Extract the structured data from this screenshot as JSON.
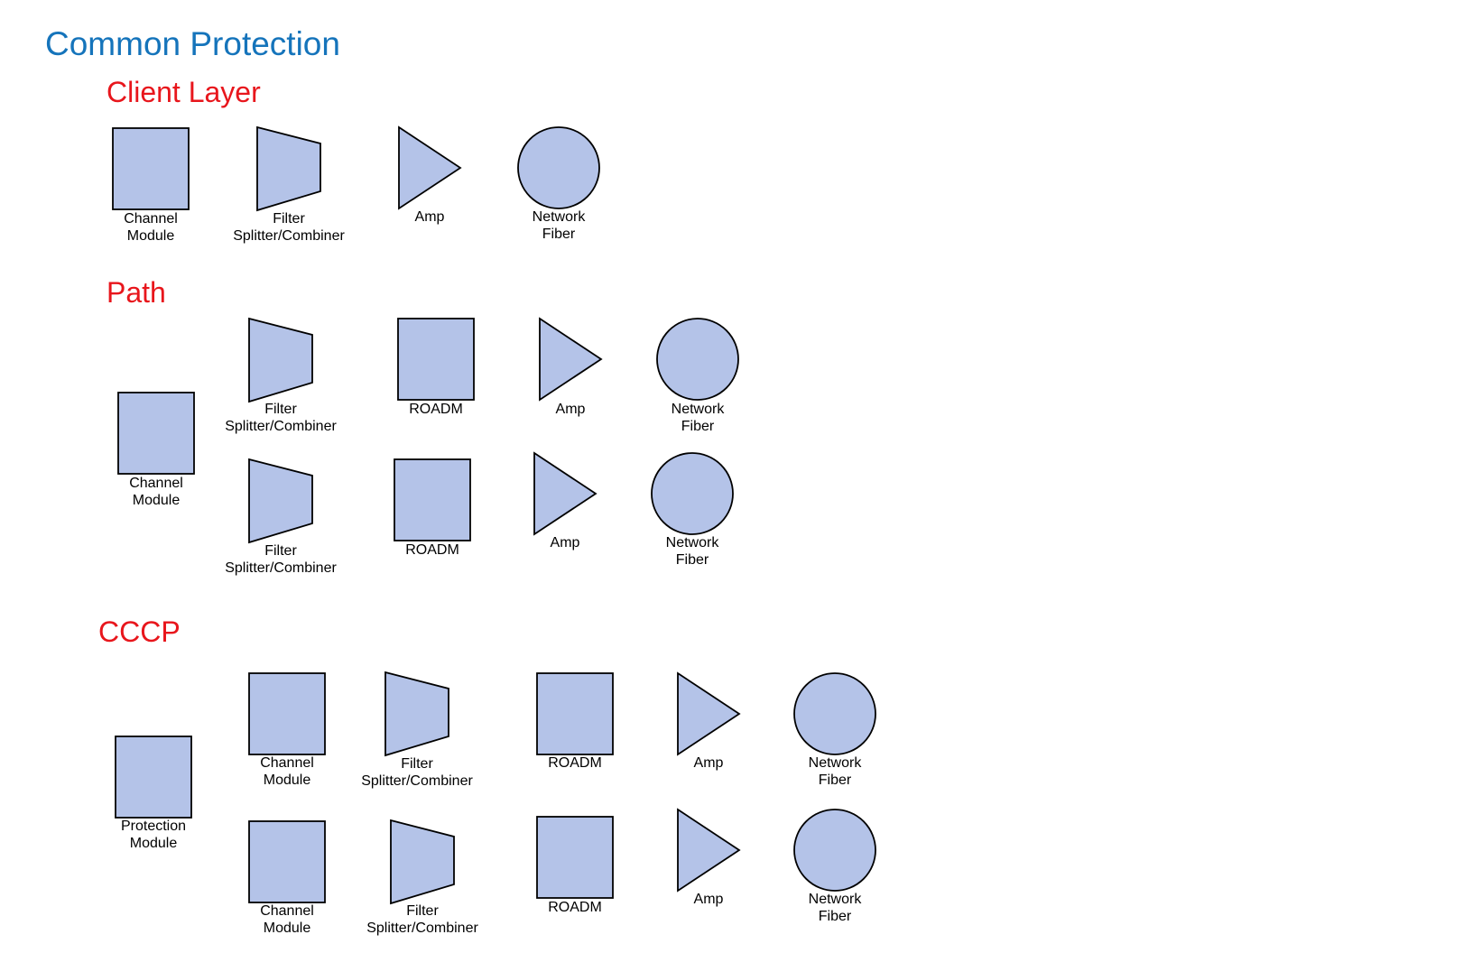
{
  "page_title": "Common Protection",
  "colors": {
    "title": "#1574bb",
    "heading": "#e8161c",
    "shape_fill": "#b4c3e8",
    "shape_stroke": "#000000"
  },
  "sections": {
    "client_layer": {
      "heading": "Client Layer",
      "items": [
        {
          "shape": "square",
          "label": [
            "Channel",
            "Module"
          ]
        },
        {
          "shape": "trapezoid",
          "label": [
            "Filter",
            "Splitter/Combiner"
          ]
        },
        {
          "shape": "triangle",
          "label": [
            "Amp"
          ]
        },
        {
          "shape": "circle",
          "label": [
            "Network",
            "Fiber"
          ]
        }
      ]
    },
    "path": {
      "heading": "Path",
      "items": [
        {
          "shape": "square",
          "label": [
            "Channel",
            "Module"
          ]
        },
        {
          "shape": "trapezoid",
          "label": [
            "Filter",
            "Splitter/Combiner"
          ]
        },
        {
          "shape": "square",
          "label": [
            "ROADM"
          ]
        },
        {
          "shape": "triangle",
          "label": [
            "Amp"
          ]
        },
        {
          "shape": "circle",
          "label": [
            "Network",
            "Fiber"
          ]
        },
        {
          "shape": "trapezoid",
          "label": [
            "Filter",
            "Splitter/Combiner"
          ]
        },
        {
          "shape": "square",
          "label": [
            "ROADM"
          ]
        },
        {
          "shape": "triangle",
          "label": [
            "Amp"
          ]
        },
        {
          "shape": "circle",
          "label": [
            "Network",
            "Fiber"
          ]
        }
      ]
    },
    "cccp": {
      "heading": "CCCP",
      "items": [
        {
          "shape": "square",
          "label": [
            "Protection",
            "Module"
          ]
        },
        {
          "shape": "square",
          "label": [
            "Channel",
            "Module"
          ]
        },
        {
          "shape": "trapezoid",
          "label": [
            "Filter",
            "Splitter/Combiner"
          ]
        },
        {
          "shape": "square",
          "label": [
            "ROADM"
          ]
        },
        {
          "shape": "triangle",
          "label": [
            "Amp"
          ]
        },
        {
          "shape": "circle",
          "label": [
            "Network",
            "Fiber"
          ]
        },
        {
          "shape": "square",
          "label": [
            "Channel",
            "Module"
          ]
        },
        {
          "shape": "trapezoid",
          "label": [
            "Filter",
            "Splitter/Combiner"
          ]
        },
        {
          "shape": "square",
          "label": [
            "ROADM"
          ]
        },
        {
          "shape": "triangle",
          "label": [
            "Amp"
          ]
        },
        {
          "shape": "circle",
          "label": [
            "Network",
            "Fiber"
          ]
        }
      ]
    }
  }
}
